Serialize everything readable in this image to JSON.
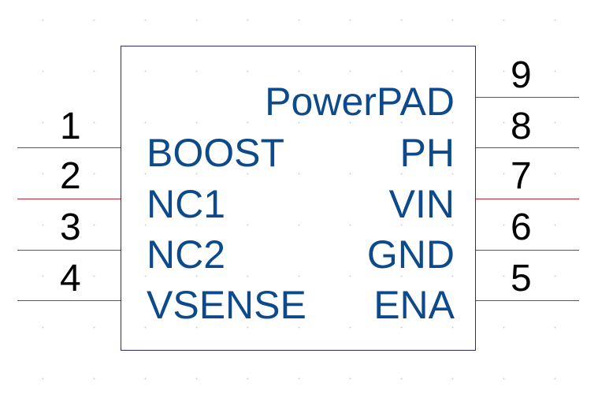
{
  "component": {
    "power_pad_label": "PowerPAD",
    "colors": {
      "body_outline": "#2b2b7a",
      "pin_line": "#c0262b",
      "pin_label": "#0d4a8b",
      "pin_number": "#000000"
    },
    "left_pins": [
      {
        "number": "1",
        "name": "BOOST"
      },
      {
        "number": "2",
        "name": "NC1"
      },
      {
        "number": "3",
        "name": "NC2"
      },
      {
        "number": "4",
        "name": "VSENSE"
      }
    ],
    "right_pins": [
      {
        "number": "9",
        "name": ""
      },
      {
        "number": "8",
        "name": "PH"
      },
      {
        "number": "7",
        "name": "VIN"
      },
      {
        "number": "6",
        "name": "GND"
      },
      {
        "number": "5",
        "name": "ENA"
      }
    ]
  }
}
